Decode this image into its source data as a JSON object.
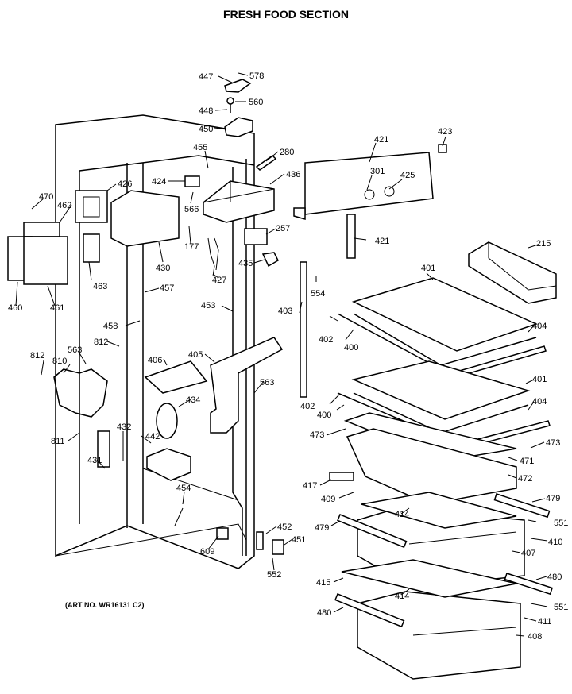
{
  "title": "FRESH FOOD SECTION",
  "art_number": "(ART NO. WR16131 C2)",
  "parts": [
    "447",
    "578",
    "448",
    "560",
    "450",
    "455",
    "280",
    "424",
    "566",
    "436",
    "426",
    "470",
    "462",
    "463",
    "460",
    "461",
    "430",
    "177",
    "427",
    "257",
    "435",
    "421",
    "301",
    "425",
    "423",
    "215",
    "554",
    "403",
    "457",
    "453",
    "458",
    "812",
    "563",
    "810",
    "406",
    "405",
    "434",
    "442",
    "431",
    "432",
    "811",
    "454",
    "609",
    "452",
    "451",
    "552",
    "401",
    "402",
    "400",
    "404",
    "473",
    "471",
    "472",
    "417",
    "409",
    "479",
    "414",
    "551",
    "410",
    "407",
    "415",
    "480",
    "411",
    "408"
  ]
}
